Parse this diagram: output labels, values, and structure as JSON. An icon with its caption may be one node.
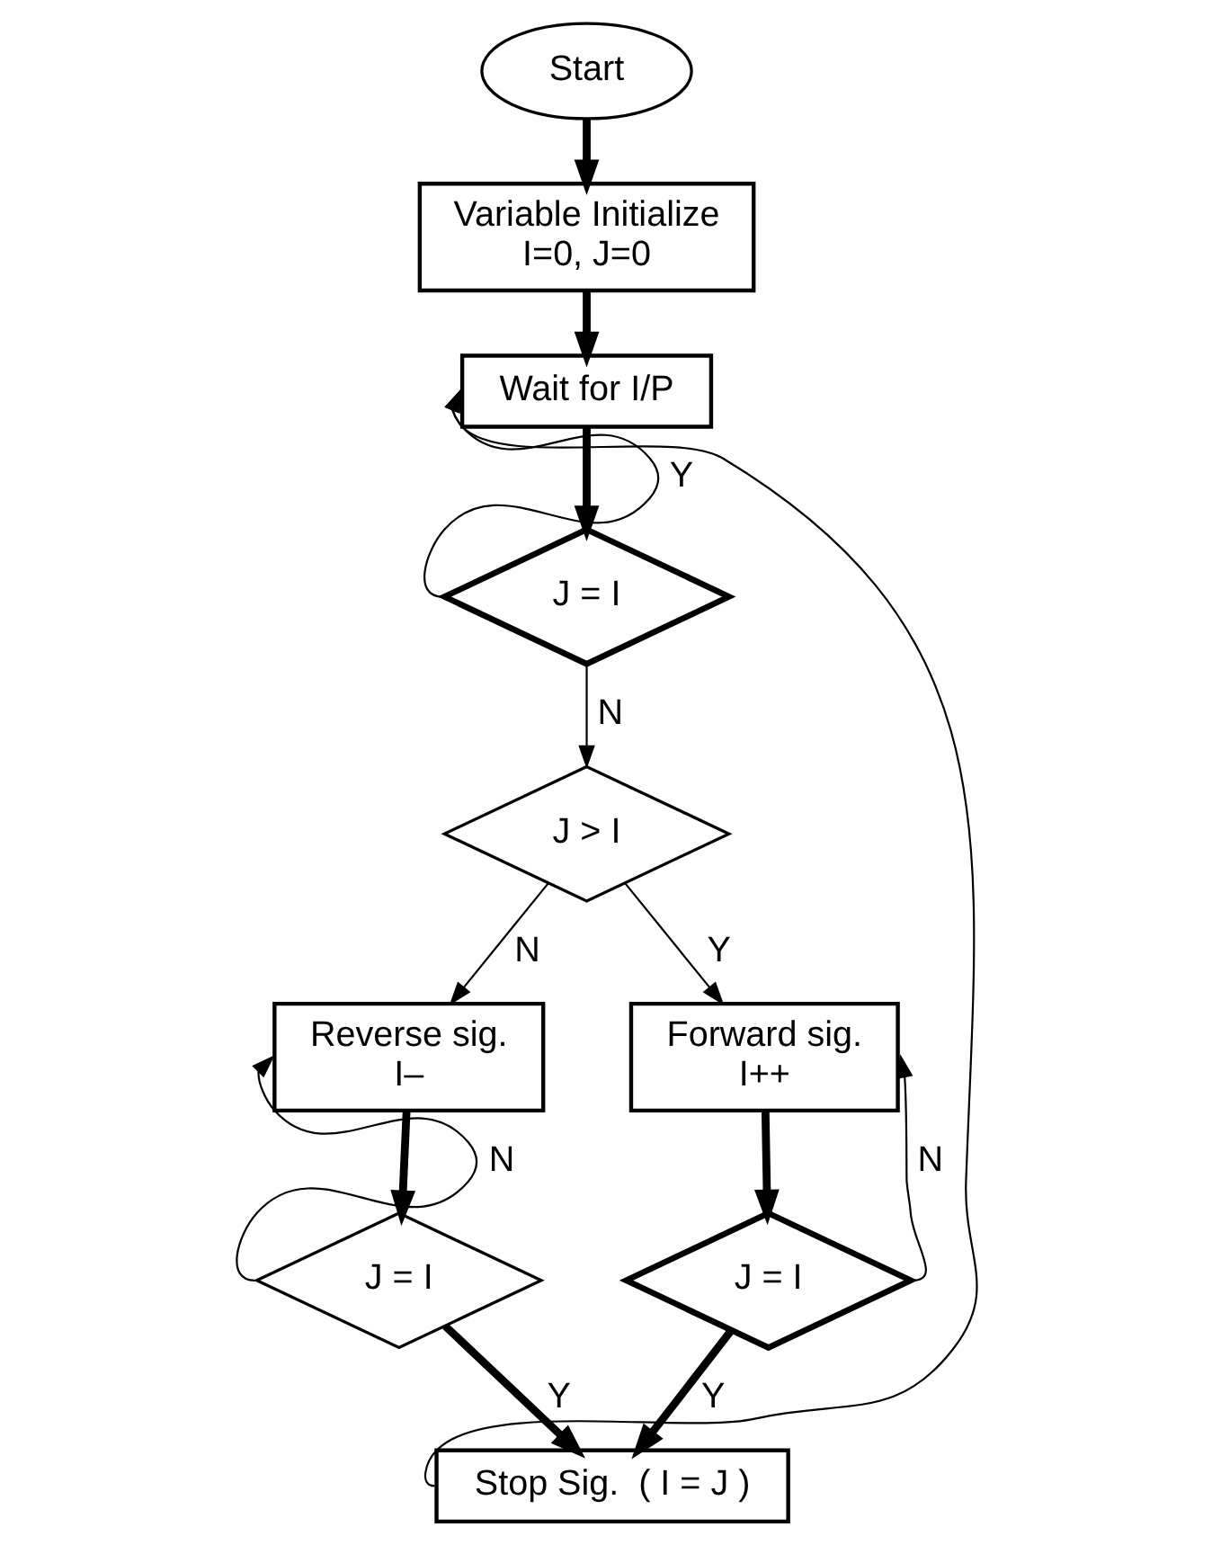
{
  "diagram": {
    "nodes": [
      {
        "text": [
          "Start"
        ]
      },
      {
        "text": [
          "Variable Initialize",
          "I=0, J=0"
        ]
      },
      {
        "text": [
          "Wait for I/P"
        ]
      },
      {
        "text": [
          "J = I"
        ]
      },
      {
        "text": [
          "J > I"
        ]
      },
      {
        "text": [
          "Reverse sig.",
          "I–"
        ]
      },
      {
        "text": [
          "Forward sig.",
          "I++"
        ]
      },
      {
        "text": [
          "J = I"
        ]
      },
      {
        "text": [
          "J = I"
        ]
      },
      {
        "text": [
          "Stop Sig.  ( I = J )"
        ]
      }
    ],
    "edges": [
      {
        "from": 0,
        "to": 1,
        "arrow": "to",
        "style": "thick"
      },
      {
        "from": 1,
        "to": 2,
        "arrow": "to",
        "style": "thick"
      },
      {
        "from": 2,
        "to": 3,
        "arrow": "to",
        "style": "thick"
      },
      {
        "from": 3,
        "to": 2,
        "arrow": "to",
        "label": "Y"
      },
      {
        "from": 3,
        "to": 4,
        "arrow": "to",
        "label": "N"
      },
      {
        "from": 4,
        "to": 5,
        "arrow": "to",
        "label": "N"
      },
      {
        "from": 4,
        "to": 6,
        "arrow": "to",
        "label": "Y"
      },
      {
        "from": 5,
        "to": 7,
        "arrow": "to",
        "style": "thick"
      },
      {
        "from": 6,
        "to": 8,
        "arrow": "to",
        "style": "thick"
      },
      {
        "from": 7,
        "to": 5,
        "arrow": "to",
        "label": "N"
      },
      {
        "from": 7,
        "to": 9,
        "arrow": "to",
        "style": "thick",
        "label": "Y"
      },
      {
        "from": 8,
        "to": 6,
        "arrow": "to",
        "label": "N"
      },
      {
        "from": 8,
        "to": 9,
        "arrow": "to",
        "style": "thick",
        "label": "Y"
      },
      {
        "from": 9,
        "to": 2,
        "arrow": "to"
      }
    ]
  }
}
